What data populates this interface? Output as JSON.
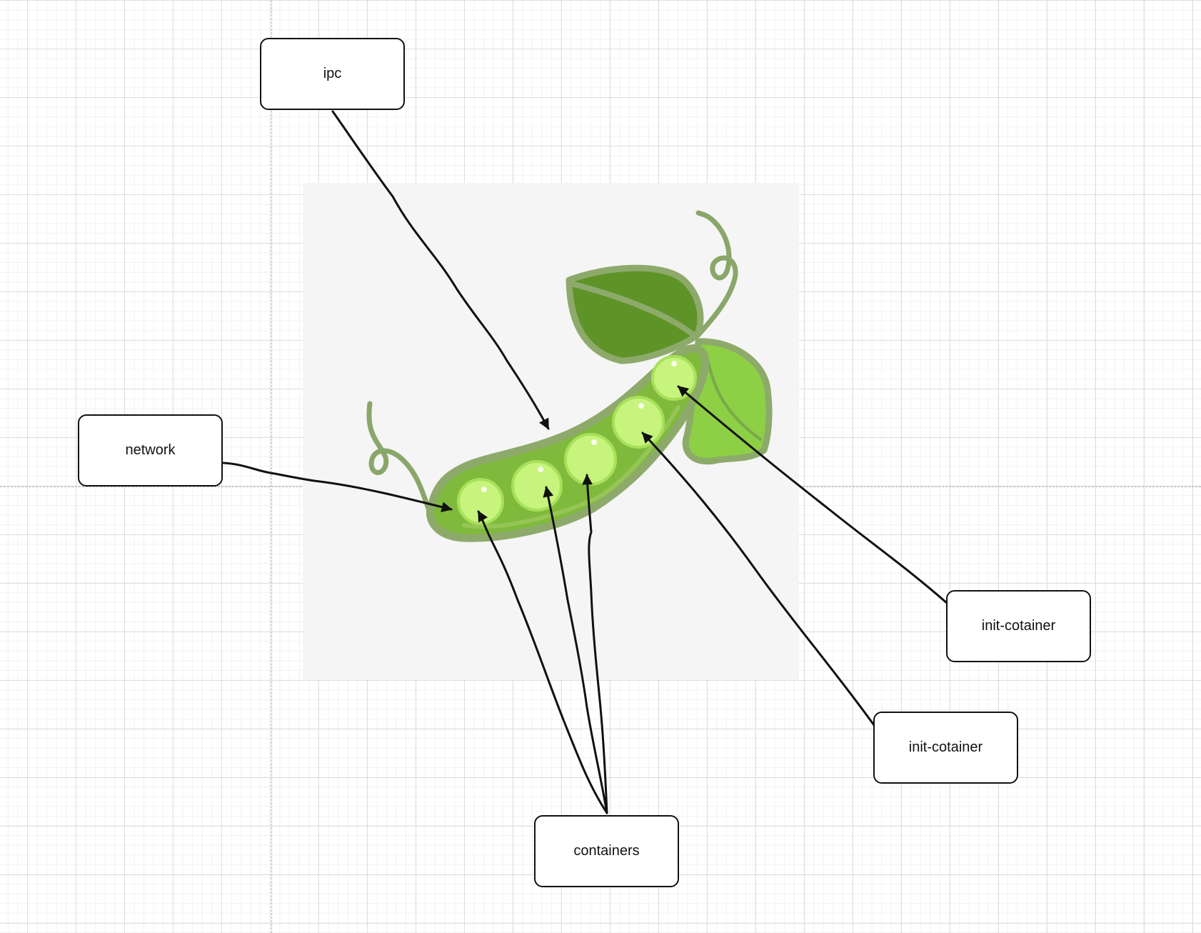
{
  "nodes": {
    "ipc": "ipc",
    "network": "network",
    "init_container_1": "init-cotainer",
    "init_container_2": "init-cotainer",
    "containers": "containers"
  },
  "image": {
    "icon": "pea-pod-icon",
    "colors": {
      "pod_fill": "#7fba3c",
      "pod_outline": "#8daa6b",
      "leaf_dark": "#5e9328",
      "leaf_light": "#8dcf45",
      "pea": "#c6f47c",
      "tendril": "#8aa66a"
    }
  },
  "colors": {
    "grid_major": "#dedede",
    "grid_minor": "#f1f1f1",
    "connector": "#111111",
    "image_background": "#f5f5f5"
  }
}
